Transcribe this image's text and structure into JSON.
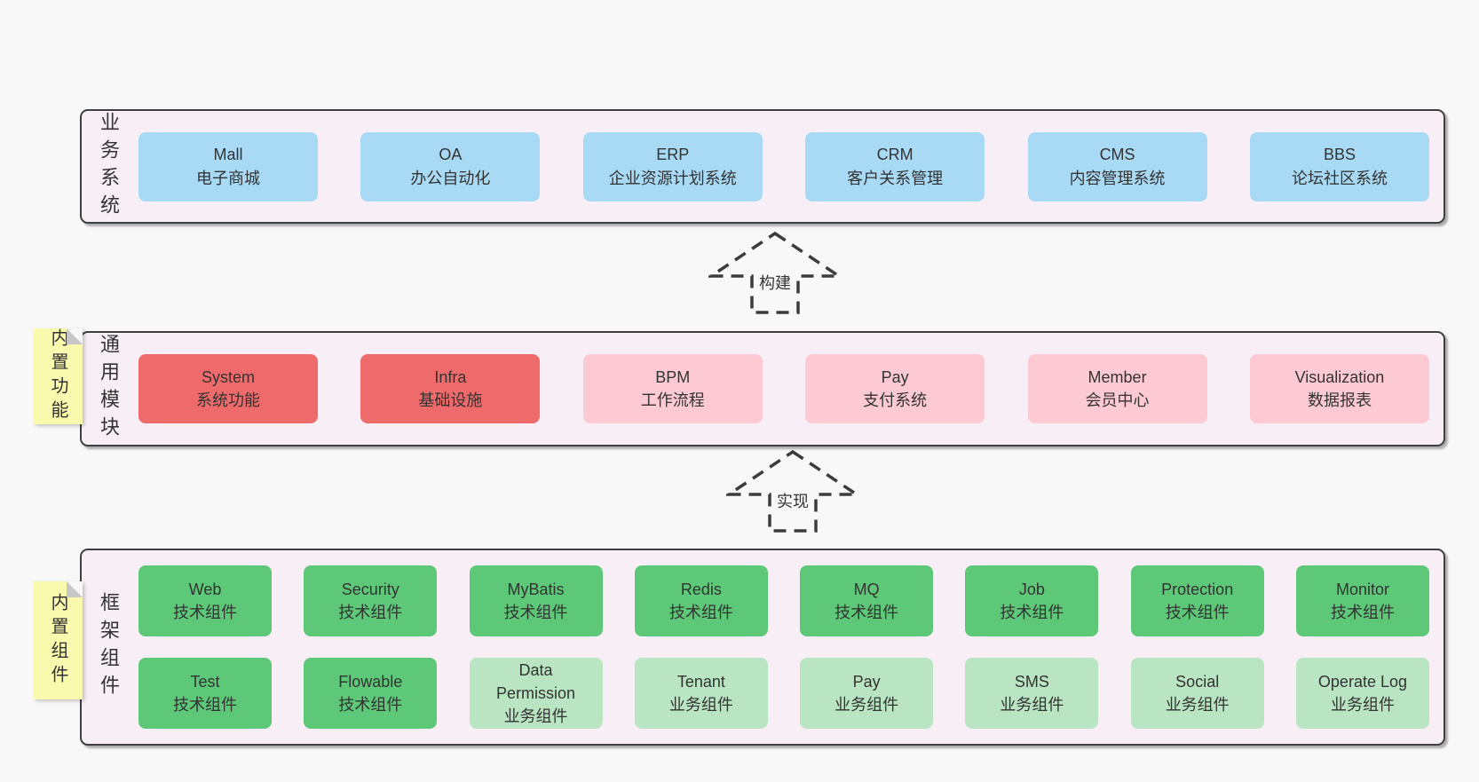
{
  "arrows": {
    "build": "构建",
    "implement": "实现"
  },
  "sections": {
    "business": {
      "label": "业务系统",
      "boxes": [
        {
          "name": "Mall",
          "desc": "电子商城"
        },
        {
          "name": "OA",
          "desc": "办公自动化"
        },
        {
          "name": "ERP",
          "desc": "企业资源计划系统"
        },
        {
          "name": "CRM",
          "desc": "客户关系管理"
        },
        {
          "name": "CMS",
          "desc": "内容管理系统"
        },
        {
          "name": "BBS",
          "desc": "论坛社区系统"
        }
      ]
    },
    "common_modules": {
      "label": "通用模块",
      "sticky": "内置功能",
      "boxes": [
        {
          "name": "System",
          "desc": "系统功能"
        },
        {
          "name": "Infra",
          "desc": "基础设施"
        },
        {
          "name": "BPM",
          "desc": "工作流程"
        },
        {
          "name": "Pay",
          "desc": "支付系统"
        },
        {
          "name": "Member",
          "desc": "会员中心"
        },
        {
          "name": "Visualization",
          "desc": "数据报表"
        }
      ]
    },
    "framework_components": {
      "label": "框架组件",
      "sticky": "内置组件",
      "rows": [
        [
          {
            "name": "Web",
            "desc": "技术组件"
          },
          {
            "name": "Security",
            "desc": "技术组件"
          },
          {
            "name": "MyBatis",
            "desc": "技术组件"
          },
          {
            "name": "Redis",
            "desc": "技术组件"
          },
          {
            "name": "MQ",
            "desc": "技术组件"
          },
          {
            "name": "Job",
            "desc": "技术组件"
          },
          {
            "name": "Protection",
            "desc": "技术组件"
          },
          {
            "name": "Monitor",
            "desc": "技术组件"
          }
        ],
        [
          {
            "name": "Test",
            "desc": "技术组件"
          },
          {
            "name": "Flowable",
            "desc": "技术组件"
          },
          {
            "name": "Data Permission",
            "desc": "业务组件"
          },
          {
            "name": "Tenant",
            "desc": "业务组件"
          },
          {
            "name": "Pay",
            "desc": "业务组件"
          },
          {
            "name": "SMS",
            "desc": "业务组件"
          },
          {
            "name": "Social",
            "desc": "业务组件"
          },
          {
            "name": "Operate Log",
            "desc": "业务组件"
          }
        ]
      ]
    }
  },
  "colors": {
    "page_background": "#f8f8f8",
    "panel_fill": "#f8eef6",
    "panel_border": "#3f3f3f",
    "blue_box": "#a9daf5",
    "red_box": "#ef6b6b",
    "pink_box": "#fdc9d3",
    "green_box": "#5dc878",
    "light_green_box": "#b9e5c2",
    "sticky_note": "#fafaae",
    "text": "#333333"
  }
}
